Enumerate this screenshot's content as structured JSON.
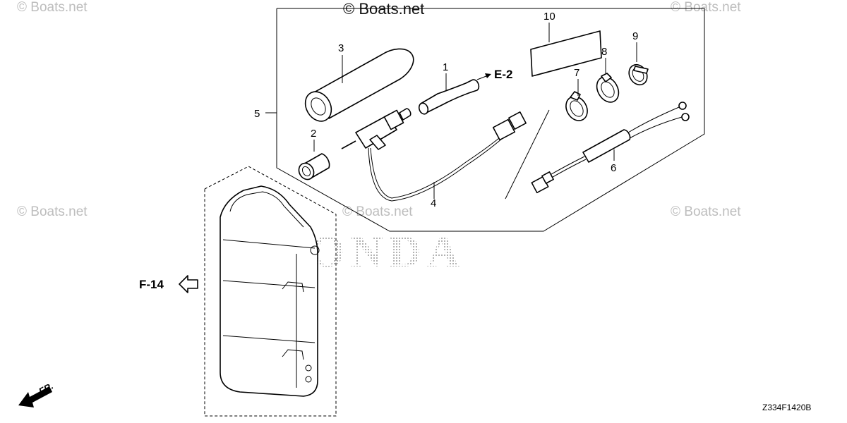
{
  "watermarks": {
    "top_left": "© Boats.net",
    "top_center": "© Boats.net",
    "top_right": "© Boats.net",
    "mid_left": "© Boats.net",
    "mid_center": "© Boats.net",
    "mid_right": "© Boats.net"
  },
  "brand_logo_text": "HONDA",
  "callouts": {
    "c1": "1",
    "c2": "2",
    "c3": "3",
    "c4": "4",
    "c5": "5",
    "c6": "6",
    "c7": "7",
    "c8": "8",
    "c9": "9",
    "c10": "10"
  },
  "references": {
    "e2": "E-2",
    "f14": "F-14",
    "front": "FR."
  },
  "diagram_code": "Z334F1420B",
  "colors": {
    "line": "#000000",
    "watermark": "#bdbdbd",
    "background": "#ffffff"
  }
}
